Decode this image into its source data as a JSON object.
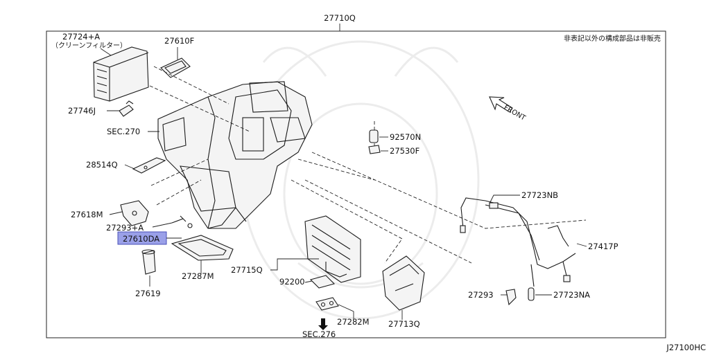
{
  "diagram": {
    "top_label": "27710Q",
    "note_jp": "非表記以外の構成部品は非販売",
    "front_label": "FRONT",
    "reference_code": "J27100HC",
    "callouts": {
      "p27724a": "27724+A",
      "p27724a_sub": "（クリーンフィルター）",
      "p27610f": "27610F",
      "p27746j": "27746J",
      "sec270": "SEC.270",
      "p28514q": "28514Q",
      "p27618m": "27618M",
      "p27293a": "27293+A",
      "p27610da": "27610DA",
      "p27619": "27619",
      "p27287m": "27287M",
      "p27715q": "27715Q",
      "p92200": "92200",
      "p27282m": "27282M",
      "sec276": "SEC.276",
      "p27713q": "27713Q",
      "p92570n": "92570N",
      "p27530f": "27530F",
      "p27723nb": "27723NB",
      "p27417p": "27417P",
      "p27293": "27293",
      "p27723na": "27723NA"
    },
    "highlight_color": "#9aa0e8"
  }
}
